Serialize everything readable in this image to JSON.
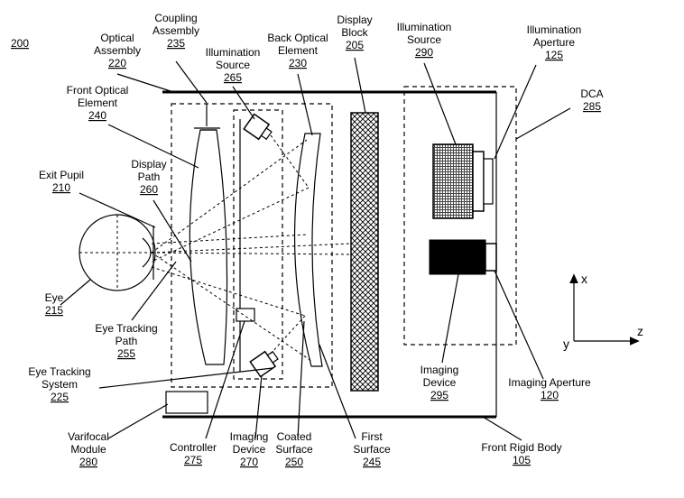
{
  "figure_number": "200",
  "labels": {
    "optical_assembly": {
      "text": [
        "Optical",
        "Assembly"
      ],
      "ref": "220"
    },
    "coupling_assembly": {
      "text": [
        "Coupling",
        "Assembly"
      ],
      "ref": "235"
    },
    "illumination_source_left": {
      "text": [
        "Illumination",
        "Source"
      ],
      "ref": "265"
    },
    "back_optical_element": {
      "text": [
        "Back Optical",
        "Element"
      ],
      "ref": "230"
    },
    "display_block": {
      "text": [
        "Display",
        "Block"
      ],
      "ref": "205"
    },
    "illumination_source_right": {
      "text": [
        "Illumination",
        "Source"
      ],
      "ref": "290"
    },
    "illumination_aperture": {
      "text": [
        "Illumination",
        "Aperture"
      ],
      "ref": "125"
    },
    "dca": {
      "text": [
        "DCA"
      ],
      "ref": "285"
    },
    "front_optical_element": {
      "text": [
        "Front Optical",
        "Element"
      ],
      "ref": "240"
    },
    "exit_pupil": {
      "text": [
        "Exit Pupil"
      ],
      "ref": "210"
    },
    "display_path": {
      "text": [
        "Display",
        "Path"
      ],
      "ref": "260"
    },
    "eye": {
      "text": [
        "Eye"
      ],
      "ref": "215"
    },
    "eye_tracking_path": {
      "text": [
        "Eye Tracking",
        "Path"
      ],
      "ref": "255"
    },
    "eye_tracking_system": {
      "text": [
        "Eye Tracking",
        "System"
      ],
      "ref": "225"
    },
    "varifocal_module": {
      "text": [
        "Varifocal",
        "Module"
      ],
      "ref": "280"
    },
    "controller": {
      "text": [
        "Controller"
      ],
      "ref": "275"
    },
    "imaging_device_left": {
      "text": [
        "Imaging",
        "Device"
      ],
      "ref": "270"
    },
    "coated_surface": {
      "text": [
        "Coated",
        "Surface"
      ],
      "ref": "250"
    },
    "first_surface": {
      "text": [
        "First",
        "Surface"
      ],
      "ref": "245"
    },
    "imaging_device_right": {
      "text": [
        "Imaging",
        "Device"
      ],
      "ref": "295"
    },
    "imaging_aperture": {
      "text": [
        "Imaging Aperture"
      ],
      "ref": "120"
    },
    "front_rigid_body": {
      "text": [
        "Front Rigid Body"
      ],
      "ref": "105"
    }
  },
  "axes": {
    "x": "x",
    "y": "y",
    "z": "z"
  }
}
